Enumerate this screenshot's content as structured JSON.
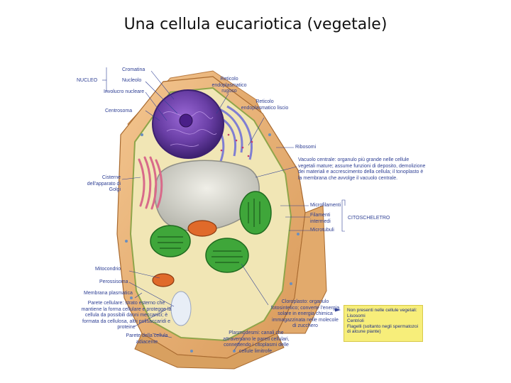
{
  "title": "Una cellula eucariotica (vegetale)",
  "labels": {
    "nucleo_group": "NUCLEO",
    "cromatina": "Cromatina",
    "nucleolo": "Nucleolo",
    "involucro_nucleare": "Involucro nucleare",
    "centrosoma": "Centrosoma",
    "reticolo_rugoso": "Reticolo endoplasmatico rugoso",
    "reticolo_liscio": "Reticolo endoplasmatico liscio",
    "ribosomi": "Ribosomi",
    "golgi": "Cisterne dell'apparato di Golgi",
    "vacuolo": "Vacuolo centrale: organulo più grande nelle cellule vegetali mature; assume funzioni di deposito, demolizione dei materiali e accrescimento della cellula; il tonoplasto è la membrana che avvolge il vacuolo centrale.",
    "microfilamenti": "Microfilamenti",
    "filamenti_intermedi": "Filamenti intermedi",
    "microtubuli": "Microtubuli",
    "citoscheletro": "CITOSCHELETRO",
    "mitocondrio": "Mitocondrio",
    "perossisoma": "Perossisoma",
    "membrana_plasmatica": "Membrana plasmatica",
    "parete_cellulare": "Parete cellulare: strato esterno che mantiene la forma cellulare e protegge la cellula da possibili danni meccanici; è formata da cellulosa, altri polisaccaridi e proteine",
    "parete_adiacente": "Parete della cellula adiacente",
    "cloroplasto": "Cloroplasto: organulo fotosintetico; converte l'energia solare in energia chimica immagazzinata nelle molecole di zucchero",
    "plasmodesmi": "Plasmodesmi: canali che attraversano le pareti cellulari, connettendo i citoplasmi delle cellule limitrofe."
  },
  "infobox": {
    "heading": "Non presenti nelle cellule vegetali:",
    "items": [
      "Lisosomi",
      "Centrioli",
      "Flagelli (soltanto negli spermatozoi di alcune piante)"
    ]
  },
  "colors": {
    "wall": "#e8b276",
    "cytoplasm": "#f1e6b5",
    "nucleus": "#6a3fa6",
    "vacuole": "#d6d6cf",
    "chloroplast": "#3fa63a",
    "mitochondrion": "#e06a2a",
    "golgi": "#d86a8a",
    "er": "#7f7ed2",
    "label_text": "#2e3f94",
    "infobox_bg": "#f7ee7a"
  }
}
